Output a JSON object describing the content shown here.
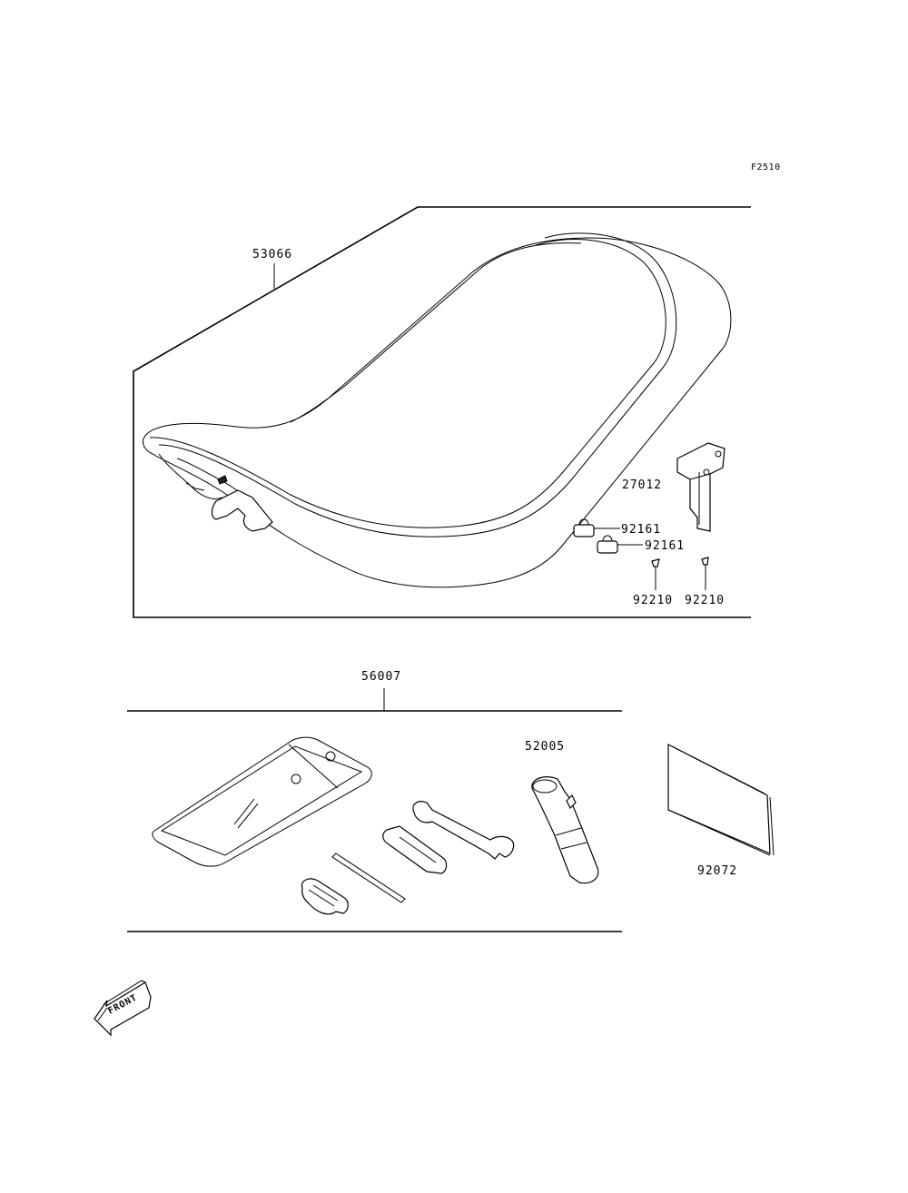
{
  "figure_code": "F2510",
  "parts": {
    "seat": "53066",
    "hook": "27012",
    "clip_a": "92161",
    "clip_b": "92161",
    "screw_a": "92210",
    "screw_b": "92210",
    "tool_kit": "56007",
    "spark_plug_wrench": "52005",
    "manual": "92072"
  },
  "front_label": "FRONT"
}
